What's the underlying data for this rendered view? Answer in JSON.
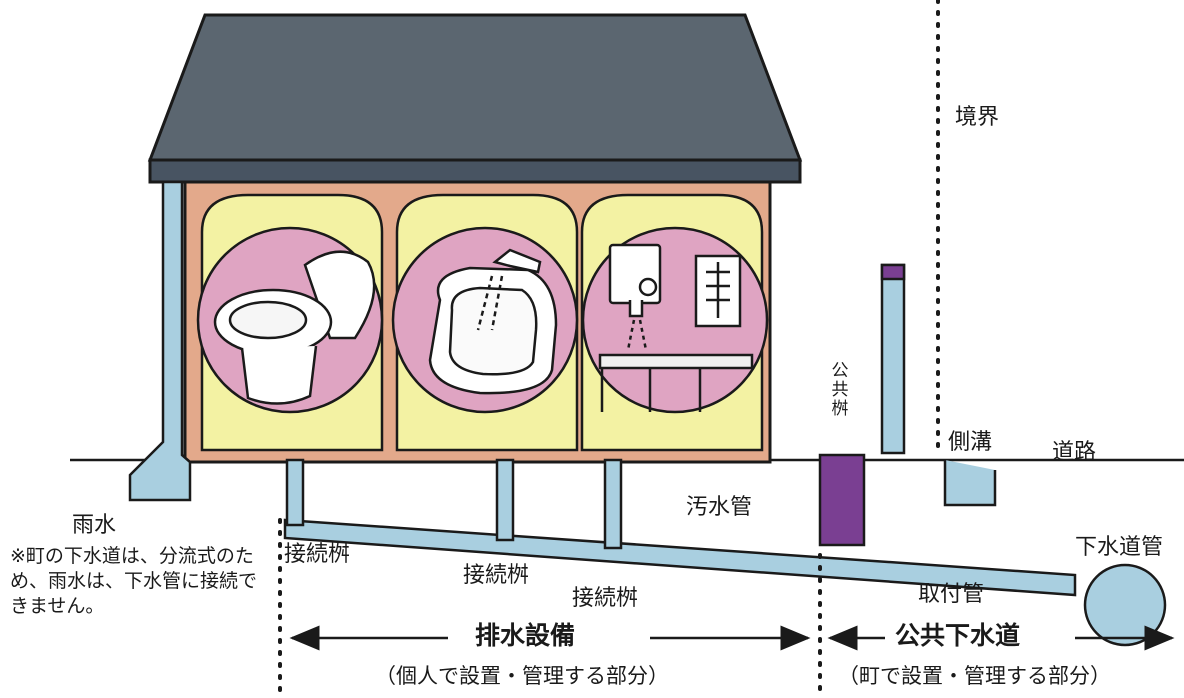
{
  "labels": {
    "boundary": "境界",
    "road": "道路",
    "gutter": "側溝",
    "public_basin": "公共桝",
    "sewage_pipe": "汚水管",
    "sewer_main": "下水道管",
    "connection_pipe": "取付管",
    "junction_box_1": "接続桝",
    "junction_box_2": "接続桝",
    "junction_box_3": "接続桝",
    "rainwater": "雨水"
  },
  "note": "※町の下水道は、分流式のため、雨水は、下水管に接続できません。",
  "sections": {
    "private": {
      "title": "排水設備",
      "subtitle": "（個人で設置・管理する部分）"
    },
    "public": {
      "title": "公共下水道",
      "subtitle": "（町で設置・管理する部分）"
    }
  },
  "rooms": [
    {
      "icon": "toilet-icon"
    },
    {
      "icon": "bathtub-icon"
    },
    {
      "icon": "kitchen-icon"
    }
  ],
  "colors": {
    "roof": "#5b6670",
    "wall": "#e3a98b",
    "room": "#f3f2a3",
    "circle": "#dfa4c2",
    "pipe": "#a9cfe0",
    "public_basin": "#7a3f92"
  }
}
